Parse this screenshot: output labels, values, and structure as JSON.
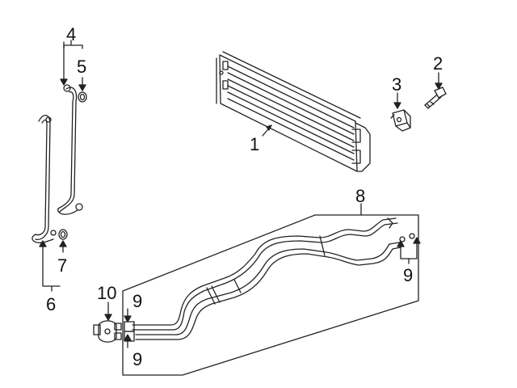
{
  "diagram": {
    "callouts": {
      "c1": "1",
      "c2": "2",
      "c3": "3",
      "c4": "4",
      "c5": "5",
      "c6": "6",
      "c7": "7",
      "c8": "8",
      "c9a": "9",
      "c9b": "9",
      "c9c": "9",
      "c10": "10"
    }
  },
  "colors": {
    "line": "#222222",
    "background": "#ffffff"
  }
}
